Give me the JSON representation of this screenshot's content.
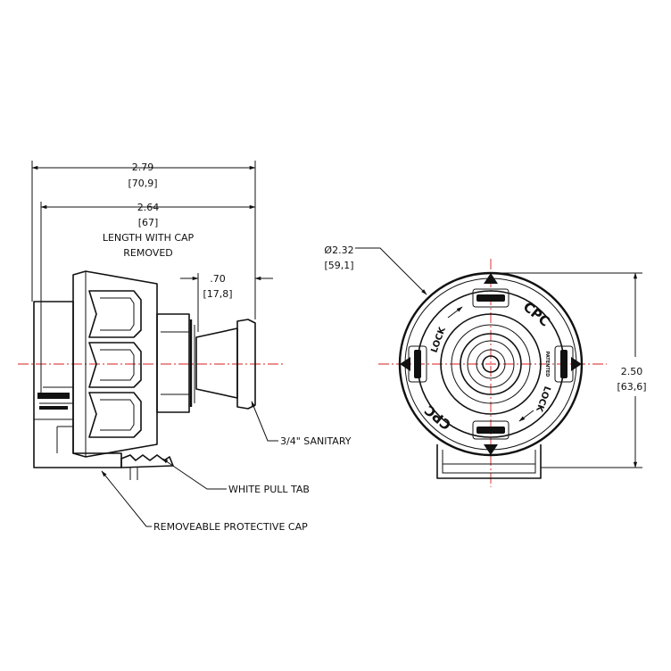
{
  "dimensions": {
    "overall_length": {
      "value": "2.79",
      "metric": "[70,9]"
    },
    "length_with_cap_removed": {
      "value": "2.64",
      "metric": "[67]",
      "note_line1": "LENGTH WITH CAP",
      "note_line2": "REMOVED"
    },
    "sanitary_length": {
      "value": ".70",
      "metric": "[17,8]"
    },
    "diameter": {
      "value": "Ø2.32",
      "metric": "[59,1]"
    },
    "height": {
      "value": "2.50",
      "metric": "[63,6]"
    }
  },
  "callouts": {
    "sanitary": "3/4\" SANITARY",
    "pull_tab": "WHITE PULL TAB",
    "protective_cap": "REMOVEABLE PROTECTIVE CAP"
  },
  "end_view_markings": {
    "lock_left": "LOCK",
    "lock_right": "LOCK",
    "brand_top": "CPC",
    "brand_bottom": "CPC",
    "patented": "PATENTED"
  }
}
